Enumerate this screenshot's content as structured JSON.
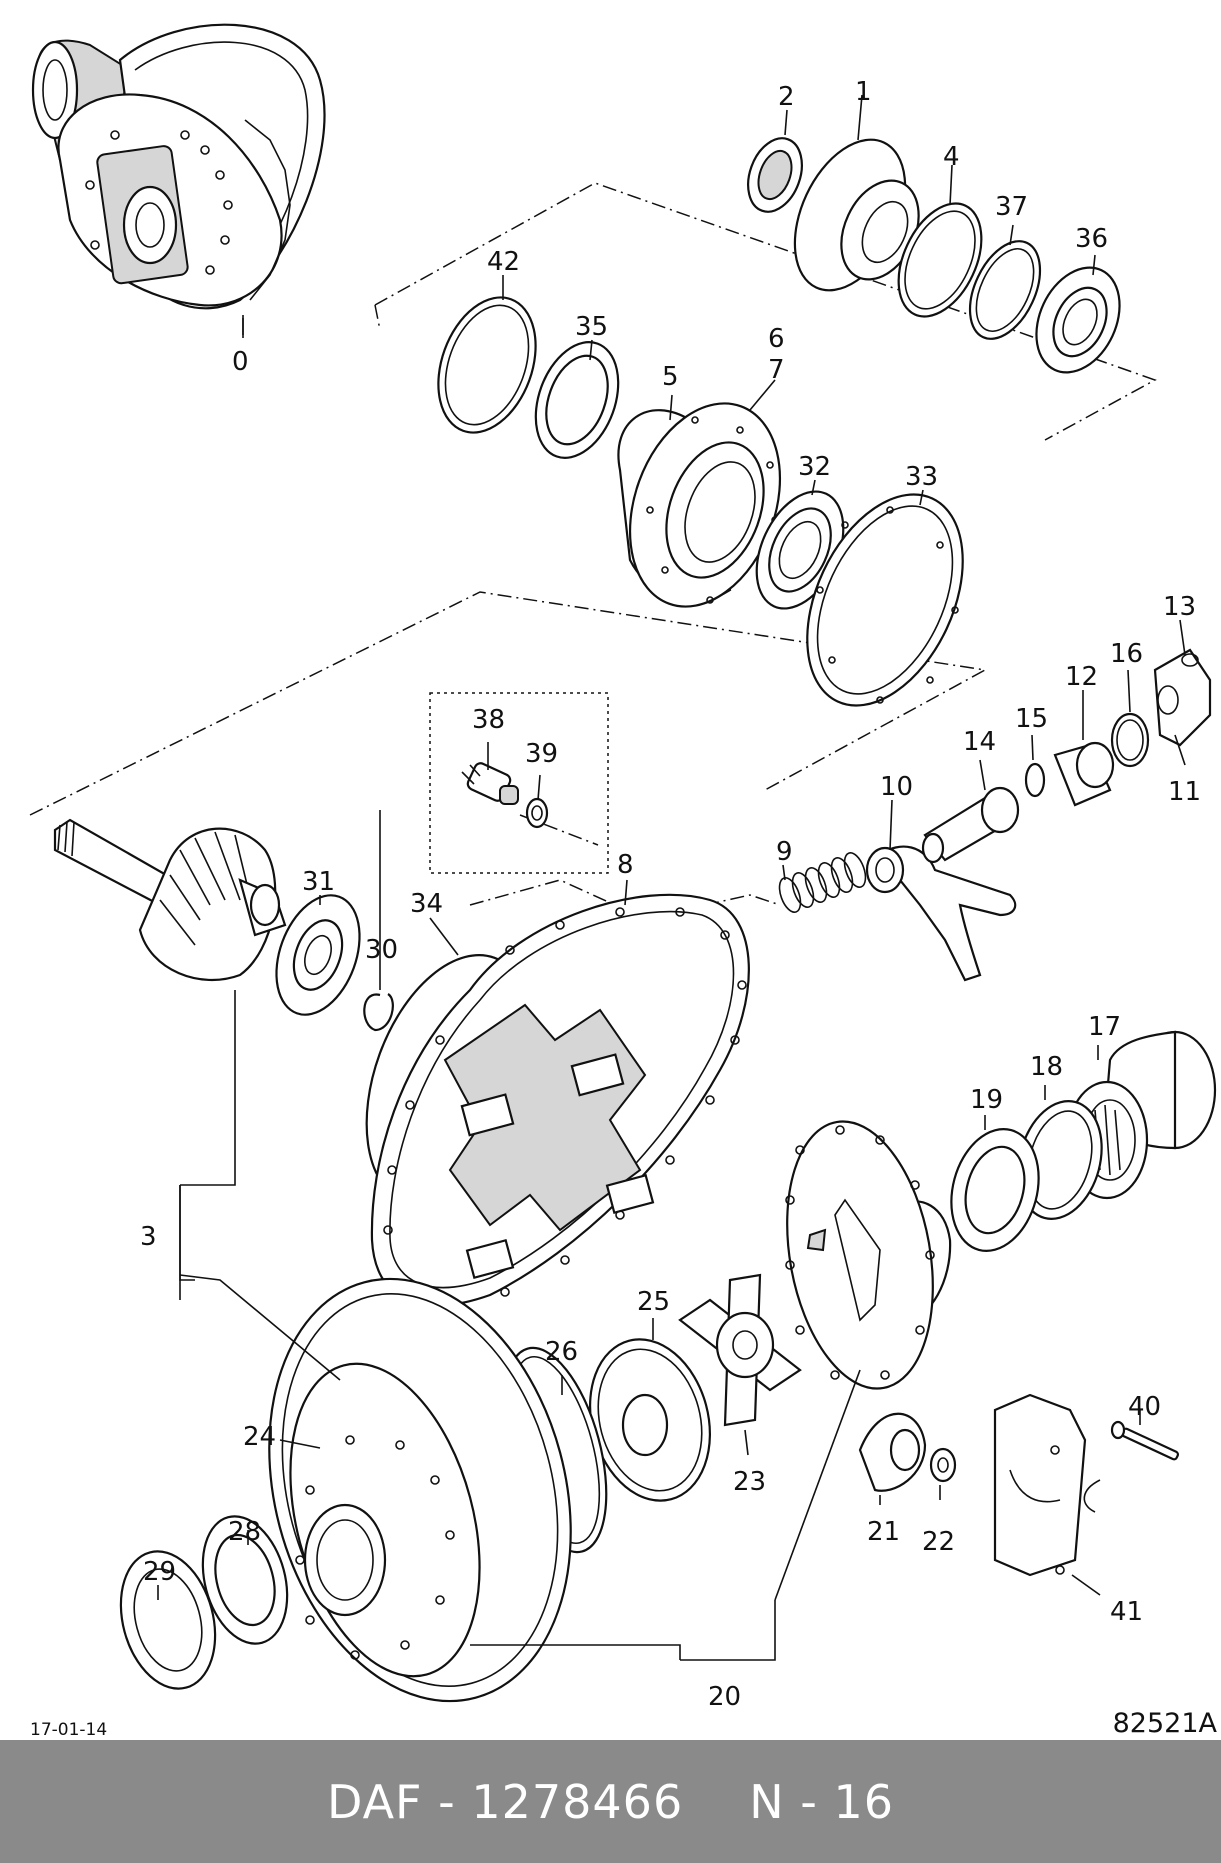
{
  "callouts": {
    "c0": "0",
    "c1": "1",
    "c2": "2",
    "c3": "3",
    "c4": "4",
    "c5": "5",
    "c6": "6",
    "c7": "7",
    "c8": "8",
    "c9": "9",
    "c10": "10",
    "c11": "11",
    "c12": "12",
    "c13": "13",
    "c14": "14",
    "c15": "15",
    "c16": "16",
    "c17": "17",
    "c18": "18",
    "c19": "19",
    "c20": "20",
    "c21": "21",
    "c22": "22",
    "c23": "23",
    "c24": "24",
    "c25": "25",
    "c26": "26",
    "c28": "28",
    "c29": "29",
    "c30": "30",
    "c31": "31",
    "c32": "32",
    "c33": "33",
    "c34": "34",
    "c35": "35",
    "c36": "36",
    "c37": "37",
    "c38": "38",
    "c39": "39",
    "c40": "40",
    "c41": "41",
    "c42": "42"
  },
  "date": "17-01-14",
  "figure_code": "82521A",
  "footer": {
    "brand_part": "DAF - 1278466",
    "page_ref": "N - 16"
  }
}
